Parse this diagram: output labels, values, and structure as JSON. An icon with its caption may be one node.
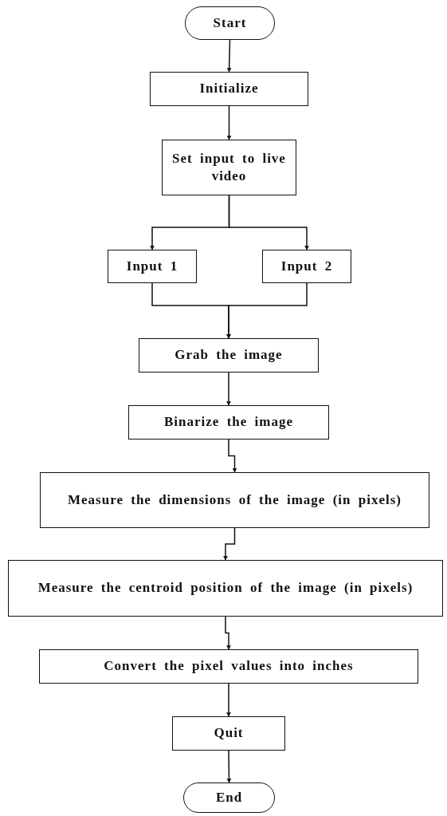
{
  "diagram": {
    "nodes": [
      {
        "text": [
          "Start"
        ]
      },
      {
        "text": [
          "Initialize"
        ]
      },
      {
        "text": [
          "Set input to live video"
        ]
      },
      {
        "text": [
          "Input 1"
        ]
      },
      {
        "text": [
          "Input 2"
        ]
      },
      {
        "text": [
          "Grab the image"
        ]
      },
      {
        "text": [
          "Binarize the image"
        ]
      },
      {
        "text": [
          "Measure the dimensions of the image (in pixels)"
        ]
      },
      {
        "text": [
          "Measure the centroid position of the image (in pixels)"
        ]
      },
      {
        "text": [
          "Convert the pixel values into inches"
        ]
      },
      {
        "text": [
          "Quit"
        ]
      },
      {
        "text": [
          "End"
        ]
      }
    ],
    "edges": [
      {
        "from": 0,
        "to": 1,
        "arrow": "to"
      },
      {
        "from": 1,
        "to": 2,
        "arrow": "to"
      },
      {
        "from": 2,
        "to": 3,
        "arrow": "to"
      },
      {
        "from": 2,
        "to": 4,
        "arrow": "to"
      },
      {
        "from": 3,
        "to": 5,
        "arrow": "to"
      },
      {
        "from": 4,
        "to": 5,
        "arrow": "to"
      },
      {
        "from": 5,
        "to": 6,
        "arrow": "to"
      },
      {
        "from": 6,
        "to": 7,
        "arrow": "to"
      },
      {
        "from": 7,
        "to": 8,
        "arrow": "to"
      },
      {
        "from": 8,
        "to": 9,
        "arrow": "to"
      },
      {
        "from": 9,
        "to": 10,
        "arrow": "to"
      },
      {
        "from": 10,
        "to": 11,
        "arrow": "to"
      }
    ]
  }
}
